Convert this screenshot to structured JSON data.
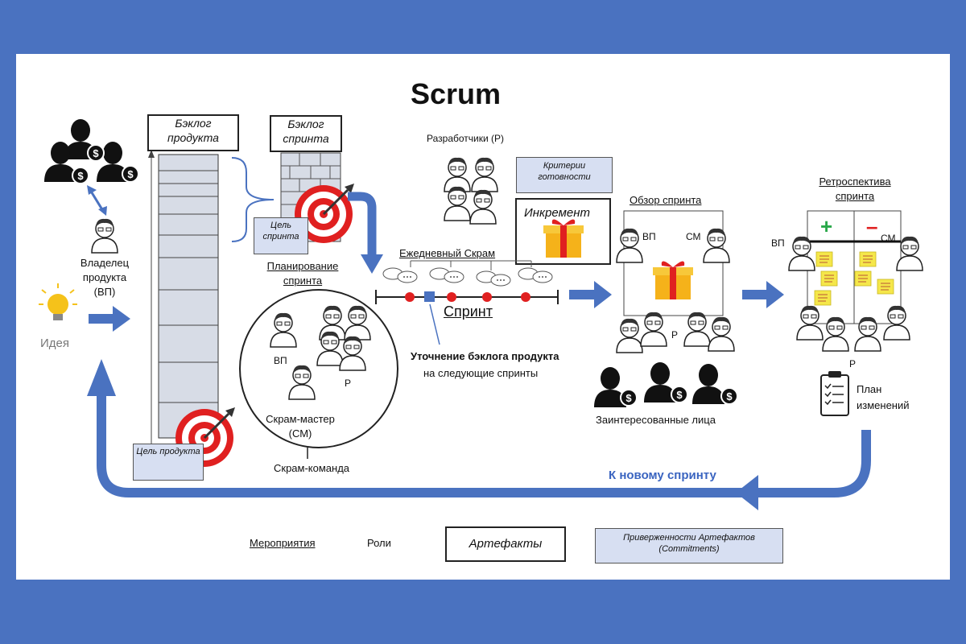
{
  "title": "Scrum",
  "idea": "Идея",
  "product_owner": "Владелец продукта (ВП)",
  "product_backlog": "Бэклог продукта",
  "sprint_backlog": "Бэклог спринта",
  "sprint_goal": "Цель спринта",
  "product_goal": "Цель продукта",
  "sprint_planning": "Планирование спринта",
  "developers": "Разработчики (Р)",
  "definition_of_done": "Критерии готовности",
  "increment": "Инкремент",
  "daily_scrum": "Ежедневный Скрам",
  "sprint": "Спринт",
  "refinement_title": "Уточнение бэклога продукта",
  "refinement_sub": "на следующие спринты",
  "sprint_review": "Обзор спринта",
  "retrospective": "Ретроспектива спринта",
  "stakeholders": "Заинтересованные лица",
  "change_plan": "План изменений",
  "to_next_sprint": "К новому спринту",
  "scrum_team": "Скрам-команда",
  "scrum_master": "Скрам-мастер (СМ)",
  "abbr": {
    "po": "ВП",
    "sm": "СМ",
    "dev": "Р"
  },
  "retro_marks": {
    "plus": "+",
    "minus": "–"
  },
  "legend": {
    "events": "Мероприятия",
    "roles": "Роли",
    "artifacts": "Артефакты",
    "commitments": "Приверженности Артефактов (Commitments)"
  },
  "colors": {
    "frame": "#4a72c0",
    "arrow": "#4a72c0",
    "target_red": "#e02020",
    "light_box": "#d7dff2",
    "sticky": "#f5e74a"
  }
}
